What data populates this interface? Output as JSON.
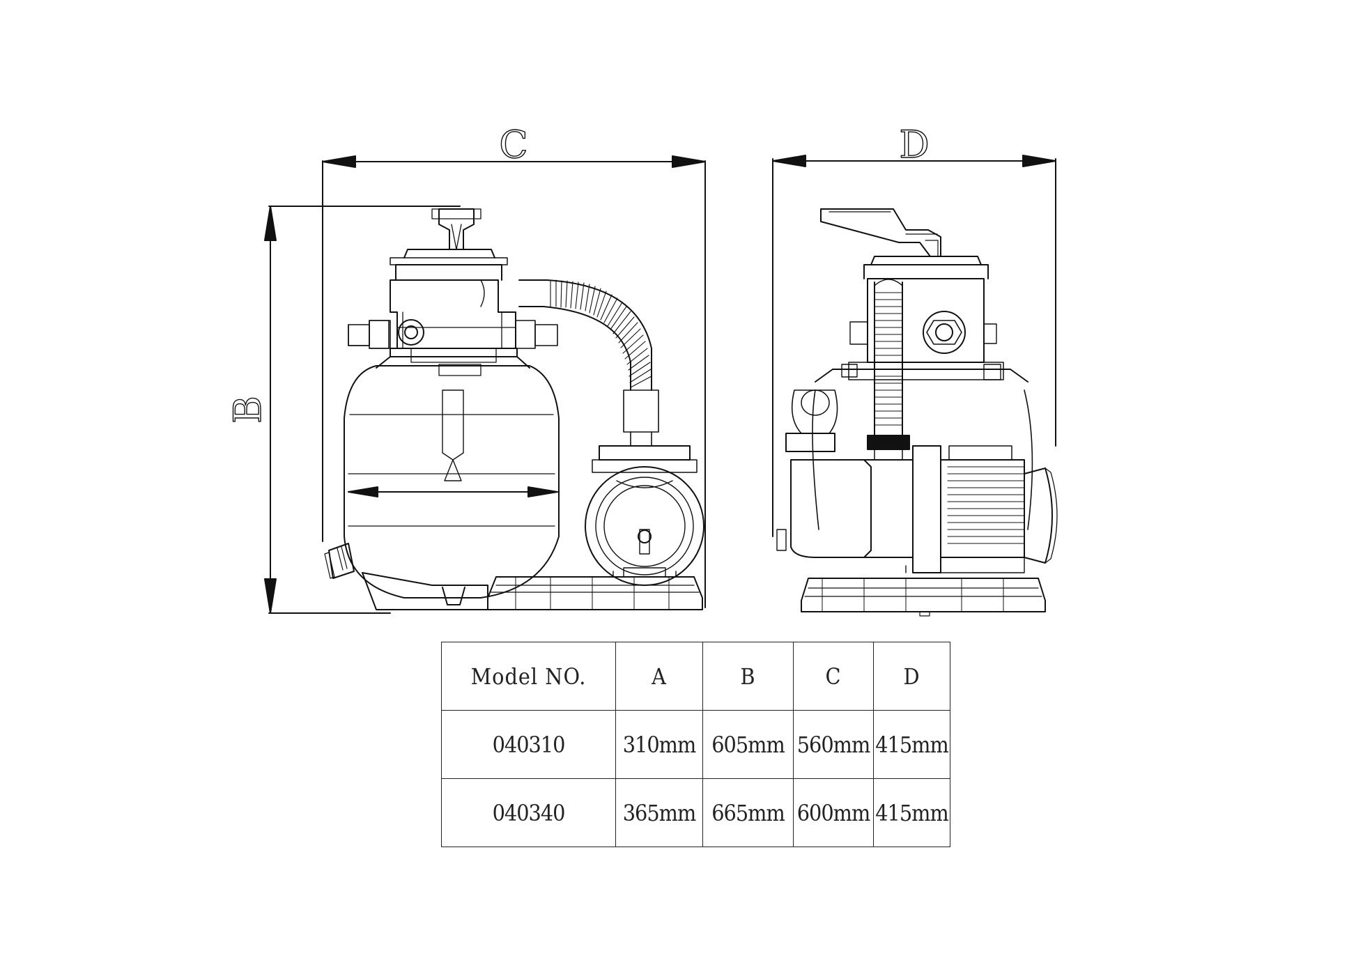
{
  "dimension_labels": {
    "b": "B",
    "c": "C",
    "d": "D"
  },
  "table": {
    "headers": [
      "Model NO.",
      "A",
      "B",
      "C",
      "D"
    ],
    "rows": [
      {
        "model": "040310",
        "a": "310mm",
        "b": "605mm",
        "c": "560mm",
        "d": "415mm"
      },
      {
        "model": "040340",
        "a": "365mm",
        "b": "665mm",
        "c": "600mm",
        "d": "415mm"
      }
    ]
  }
}
